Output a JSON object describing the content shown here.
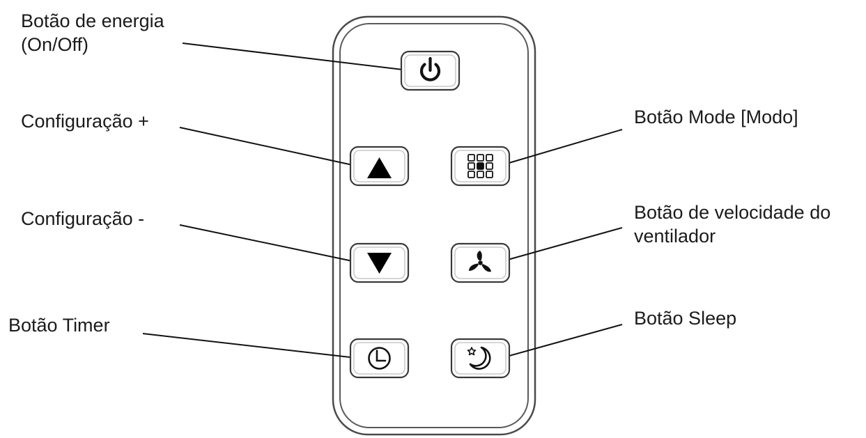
{
  "labels": {
    "power_line1": "Botão de energia",
    "power_line2": "(On/Off)",
    "temp_up": "Configuração +",
    "temp_down": "Configuração -",
    "timer": "Botão Timer",
    "mode": "Botão Mode [Modo]",
    "fan_line1": "Botão de velocidade do",
    "fan_line2": "ventilador",
    "sleep": "Botão Sleep"
  },
  "icons": {
    "power": "power-icon",
    "up": "triangle-up-icon",
    "down": "triangle-down-icon",
    "mode": "grid-icon",
    "fan": "fan-icon",
    "timer": "clock-icon",
    "sleep": "moon-star-icon"
  },
  "colors": {
    "line": "#111111",
    "remote_outline": "#4a4a4a",
    "text": "#1b1b1b"
  }
}
